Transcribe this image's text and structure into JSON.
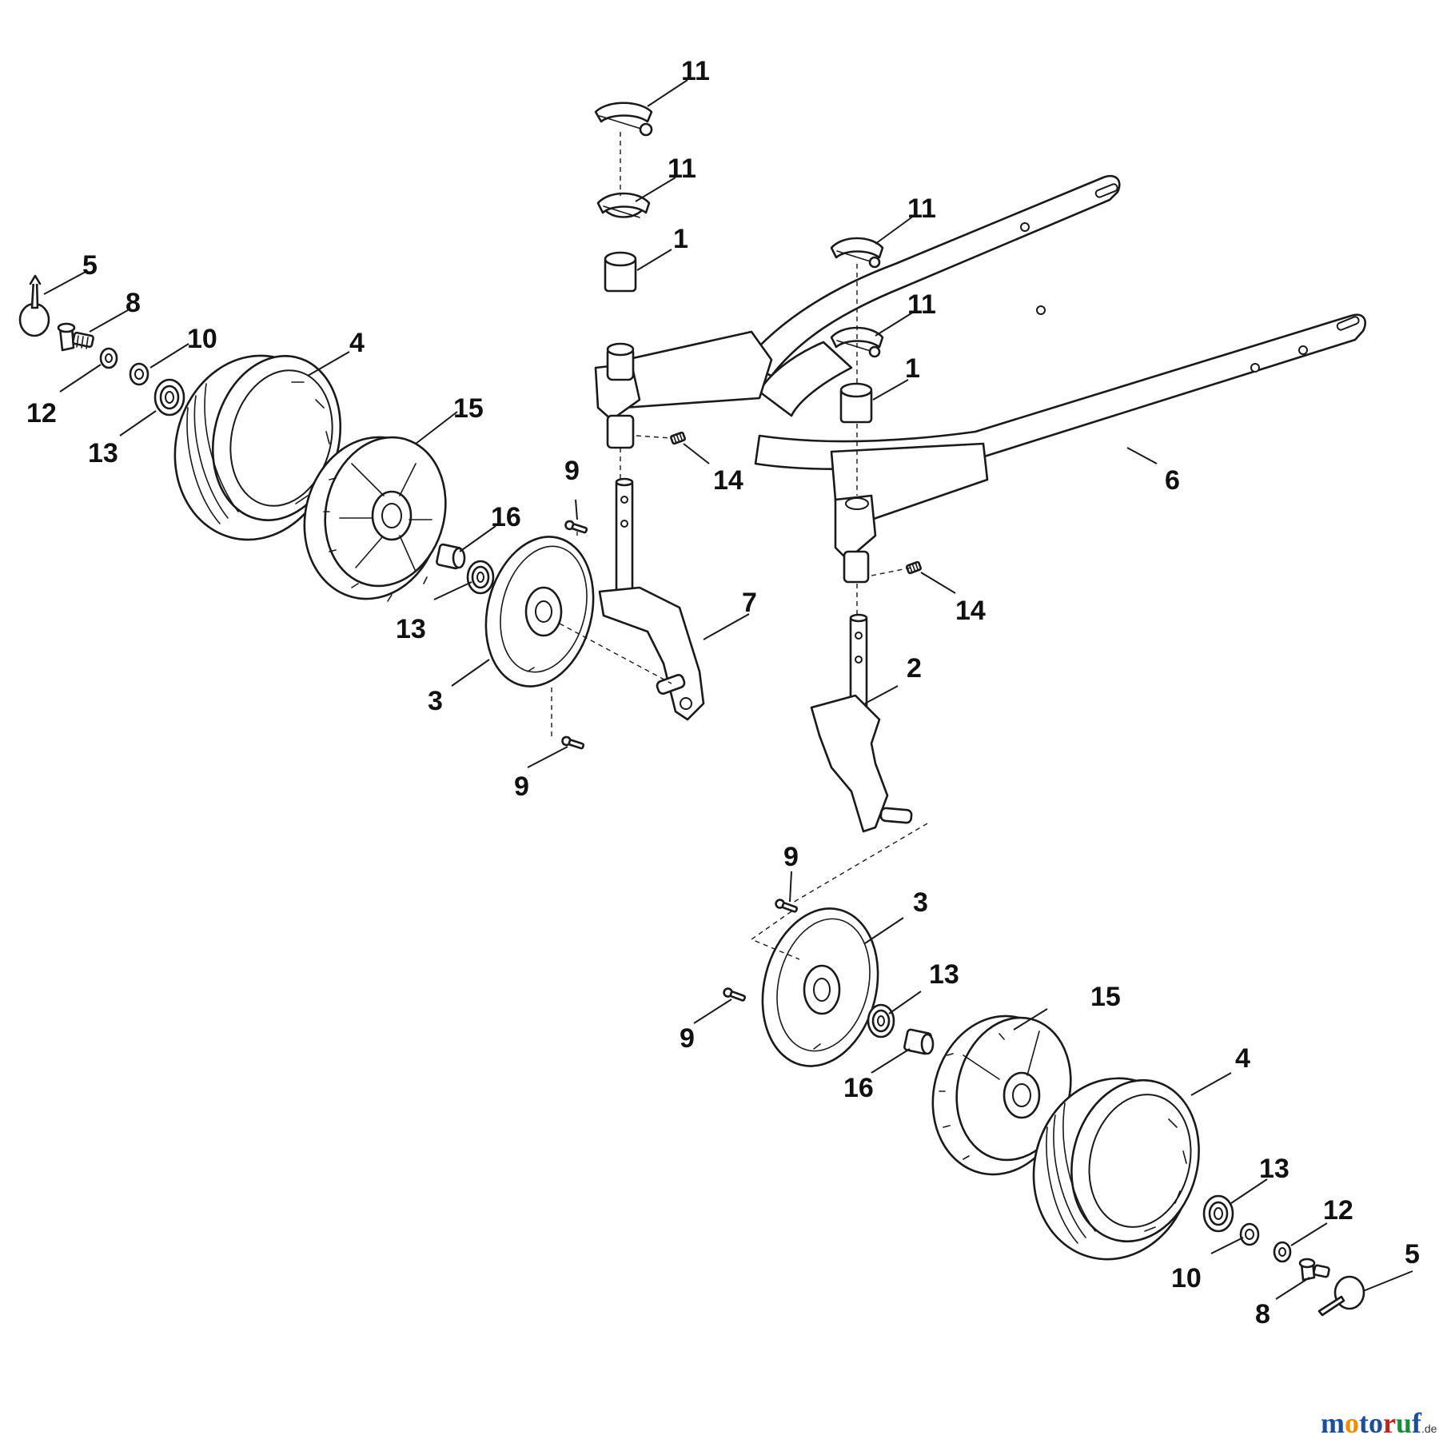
{
  "callouts": {
    "c11a": "11",
    "c11b": "11",
    "c11c": "11",
    "c11d": "11",
    "c1a": "1",
    "c1b": "1",
    "c5a": "5",
    "c8a": "8",
    "c10a": "10",
    "c12a": "12",
    "c13a": "13",
    "c4a": "4",
    "c15a": "15",
    "c16a": "16",
    "c13b": "13",
    "c9a": "9",
    "c9b": "9",
    "c3a": "3",
    "c7": "7",
    "c14a": "14",
    "c14b": "14",
    "c6": "6",
    "c2": "2",
    "c9c": "9",
    "c3b": "3",
    "c13c": "13",
    "c15b": "15",
    "c9d": "9",
    "c16b": "16",
    "c4b": "4",
    "c13d": "13",
    "c12b": "12",
    "c10b": "10",
    "c5b": "5",
    "c8b": "8"
  },
  "watermark": {
    "brand": "motoruf",
    "tld": ".de",
    "colors": {
      "m": "#1a4fa0",
      "o1": "#f08c00",
      "t": "#1a4fa0",
      "o2": "#1a4fa0",
      "r": "#c81e1e",
      "u": "#1a8c3c",
      "f": "#1a4fa0"
    }
  },
  "icons": {
    "frame": "handle-frame-icon",
    "wheel": "wheel-tyre-icon",
    "hub": "wheel-hub-icon",
    "cap": "hub-cap-disc-icon",
    "axle": "height-axle-icon",
    "clip": "retaining-clip-icon",
    "bushing": "bushing-icon",
    "bearing": "ball-bearing-icon",
    "screw": "screw-icon",
    "washer": "washer-icon",
    "cover": "wheel-cover-icon"
  }
}
